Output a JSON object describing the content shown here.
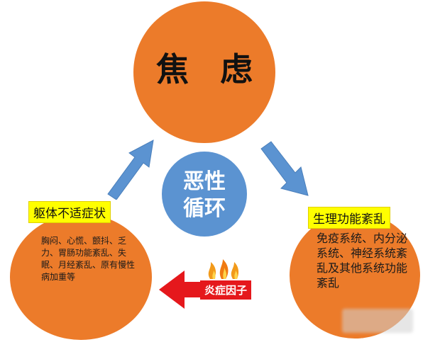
{
  "center_top": {
    "title": "焦 虑"
  },
  "center_mid": {
    "line1": "恶性",
    "line2": "循环"
  },
  "left": {
    "label": "躯体不适症状",
    "text": "胸闷、心慌、颤抖、乏力、胃肠功能紊乱、失眠、月经紊乱、原有慢性病加重等"
  },
  "right": {
    "label": "生理功能紊乱",
    "text": "免疫系统、内分泌系统、神经系统紊乱及其他系统功能紊乱"
  },
  "factor": {
    "label": "炎症因子"
  },
  "colors": {
    "orange": "#ec7b2a",
    "blue": "#5b93d1",
    "yellow": "#ffff00",
    "red": "#e5181c"
  }
}
